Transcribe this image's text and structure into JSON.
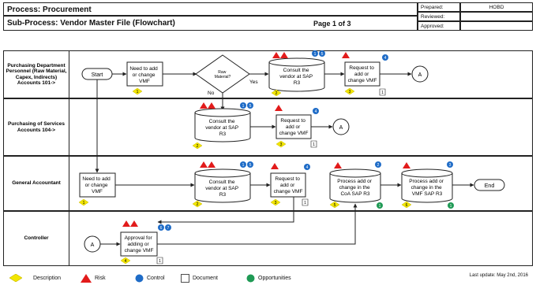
{
  "header": {
    "process": "Process: Procurement",
    "subprocess": "Sub-Process: Vendor Master File (Flowchart)",
    "page": "Page 1 of 3",
    "prepared_label": "Prepared:",
    "prepared_value": "HOBD",
    "reviewed_label": "Reviewed:",
    "approved_label": "Approved:"
  },
  "lanes": [
    {
      "label": "Purchasing Department Personnel (Raw Material, Capex, Indirects) Accounts 101->"
    },
    {
      "label": "Purchasing of Services Accounts 104->"
    },
    {
      "label": "General Accountant"
    },
    {
      "label": "Controller"
    }
  ],
  "lane1": {
    "start": "Start",
    "need_lines": [
      "Need to add",
      "or change",
      "VMF"
    ],
    "decision_lines": [
      "Raw",
      "Material?"
    ],
    "yes": "Yes",
    "no": "No",
    "consult_lines": [
      "Consult the",
      "vendor at SAP",
      "R3"
    ],
    "request_lines": [
      "Request to",
      "add or",
      "change VMF"
    ],
    "connector": "A",
    "desc1": "1",
    "desc2": "2",
    "desc3": "3",
    "ctrl_a": "1",
    "ctrl_b": "5",
    "ctrl_c": "4",
    "doc": "1"
  },
  "lane2": {
    "consult_lines": [
      "Consult the",
      "vendor at SAP",
      "R3"
    ],
    "request_lines": [
      "Request to",
      "add or",
      "change VMF"
    ],
    "connector": "A",
    "desc2": "2",
    "desc3": "3",
    "ctrl_a": "1",
    "ctrl_b": "5",
    "ctrl_c": "4",
    "doc": "1"
  },
  "lane3": {
    "need_lines": [
      "Need to add",
      "or change",
      "VMF"
    ],
    "consult_lines": [
      "Consult the",
      "vendor at SAP",
      "R3"
    ],
    "request_lines": [
      "Request to",
      "add or",
      "change VMF"
    ],
    "coa_lines": [
      "Process add or",
      "change in the",
      "CoA SAP R3"
    ],
    "vmf_lines": [
      "Process add or",
      "change in the",
      "VMF SAP R3"
    ],
    "end": "End",
    "desc1": "1",
    "desc2": "2",
    "desc3": "3",
    "desc5": "5",
    "desc6": "6",
    "ctrl_a": "1",
    "ctrl_b": "5",
    "ctrl_c": "4",
    "ctrl_d": "2",
    "ctrl_e": "3",
    "opp1": "1",
    "opp2": "1",
    "doc": "1"
  },
  "lane4": {
    "connector": "A",
    "approval_lines": [
      "Approval for",
      "adding or",
      "change VMF"
    ],
    "desc4": "4",
    "ctrl_a": "6",
    "ctrl_b": "7",
    "doc": "1"
  },
  "legend": {
    "description": "Description",
    "risk": "Risk",
    "control": "Control",
    "document": "Document",
    "opportunities": "Opportunities"
  },
  "last_update": "Last update: May 2nd, 2016",
  "colors": {
    "risk": "#e21b1b",
    "control": "#1f6cc7",
    "description": "#f2e600",
    "opportunity": "#1f9a55"
  }
}
